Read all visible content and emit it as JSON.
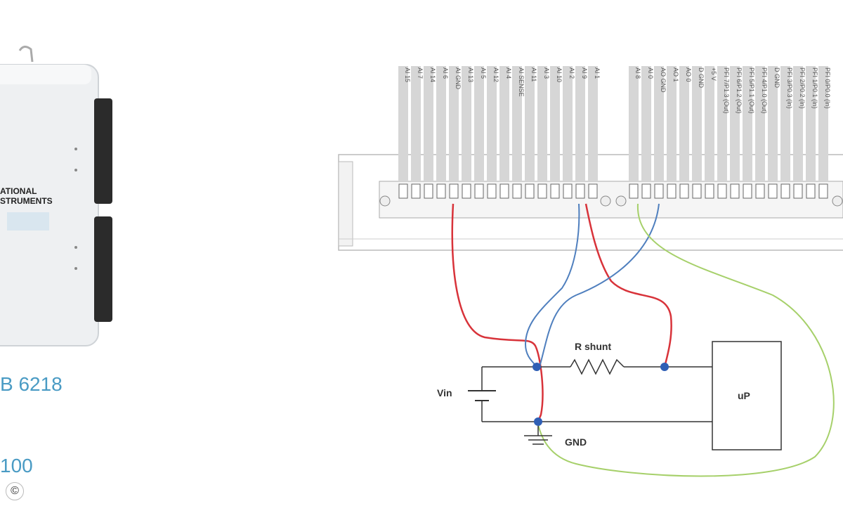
{
  "device": {
    "brand": "ATIONAL\nSTRUMENTS",
    "model_text": "B 6218",
    "model_text_2": "100"
  },
  "connector_left": {
    "labels": [
      "AI 15",
      "AI 7",
      "AI 14",
      "AI 6",
      "AI GND",
      "AI 13",
      "AI 5",
      "AI 12",
      "AI 4",
      "AI SENSE",
      "AI 11",
      "AI 3",
      "AI 10",
      "AI 2",
      "AI 9",
      "AI 1"
    ]
  },
  "connector_right": {
    "labels": [
      "AI 8",
      "AI 0",
      "AO GND",
      "AO 1",
      "AO 0",
      "D GND",
      "+5 V",
      "PFI 7/P1.3 (Out)",
      "PFI 6/P1.2 (Out)",
      "PFI 5/P1.1 (Out)",
      "PFI 4/P1.0 (Out)",
      "D GND",
      "PFI 3/P0.3 (In)",
      "PFI 2/P0.2 (In)",
      "PFI 1/P0.1 (In)",
      "PFI 0/P0.0 (In)"
    ]
  },
  "circuit": {
    "vin_label": "Vin",
    "shunt_label": "R shunt",
    "gnd_label": "GND",
    "load_label": "uP"
  },
  "watermark": "©",
  "colors": {
    "wire_red": "#d8333a",
    "wire_blue": "#4f7fbe",
    "wire_green": "#a6d06a",
    "device_blue": "#4a9bc4",
    "node": "#2f5fb5"
  }
}
